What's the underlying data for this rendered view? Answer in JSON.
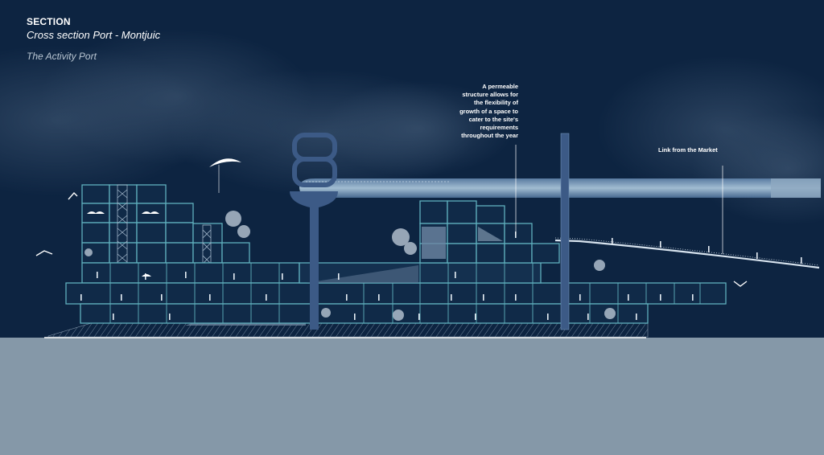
{
  "header": {
    "title": "SECTION",
    "subtitle": "Cross section Port - Montjuic",
    "caption": "The Activity Port"
  },
  "annotations": {
    "permeable_structure": [
      "A permeable",
      "structure allows for",
      "the flexibility of",
      "growth of a space to",
      "cater to the site's",
      "requirements",
      "throughout the year"
    ],
    "market_link": "Link from the Market"
  },
  "colors": {
    "sky": "#0d2441",
    "water": "#8598a8",
    "frame": "#5fb0bd",
    "structure": "#3c5a86",
    "text": "#ffffff"
  }
}
